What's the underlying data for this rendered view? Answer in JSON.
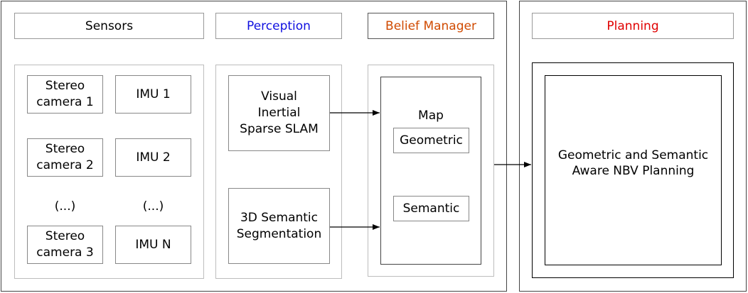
{
  "colors": {
    "sensors_header": "#000000",
    "perception_header": "#1010e0",
    "belief_header": "#d04a00",
    "planning_header": "#e00000"
  },
  "headers": {
    "sensors": "Sensors",
    "perception": "Perception",
    "belief_manager": "Belief Manager",
    "planning": "Planning"
  },
  "sensors": {
    "stereo_1": "Stereo\ncamera 1",
    "imu_1": "IMU 1",
    "stereo_2": "Stereo\ncamera 2",
    "imu_2": "IMU 2",
    "ellipsis_left": "(...)",
    "ellipsis_right": "(...)",
    "stereo_3": "Stereo\ncamera 3",
    "imu_n": "IMU N"
  },
  "perception": {
    "slam": "Visual\nInertial\nSparse SLAM",
    "segmentation": "3D Semantic\nSegmentation"
  },
  "belief": {
    "map_label": "Map",
    "geometric": "Geometric",
    "semantic": "Semantic"
  },
  "planning": {
    "nbv": "Geometric and Semantic\nAware NBV Planning"
  }
}
